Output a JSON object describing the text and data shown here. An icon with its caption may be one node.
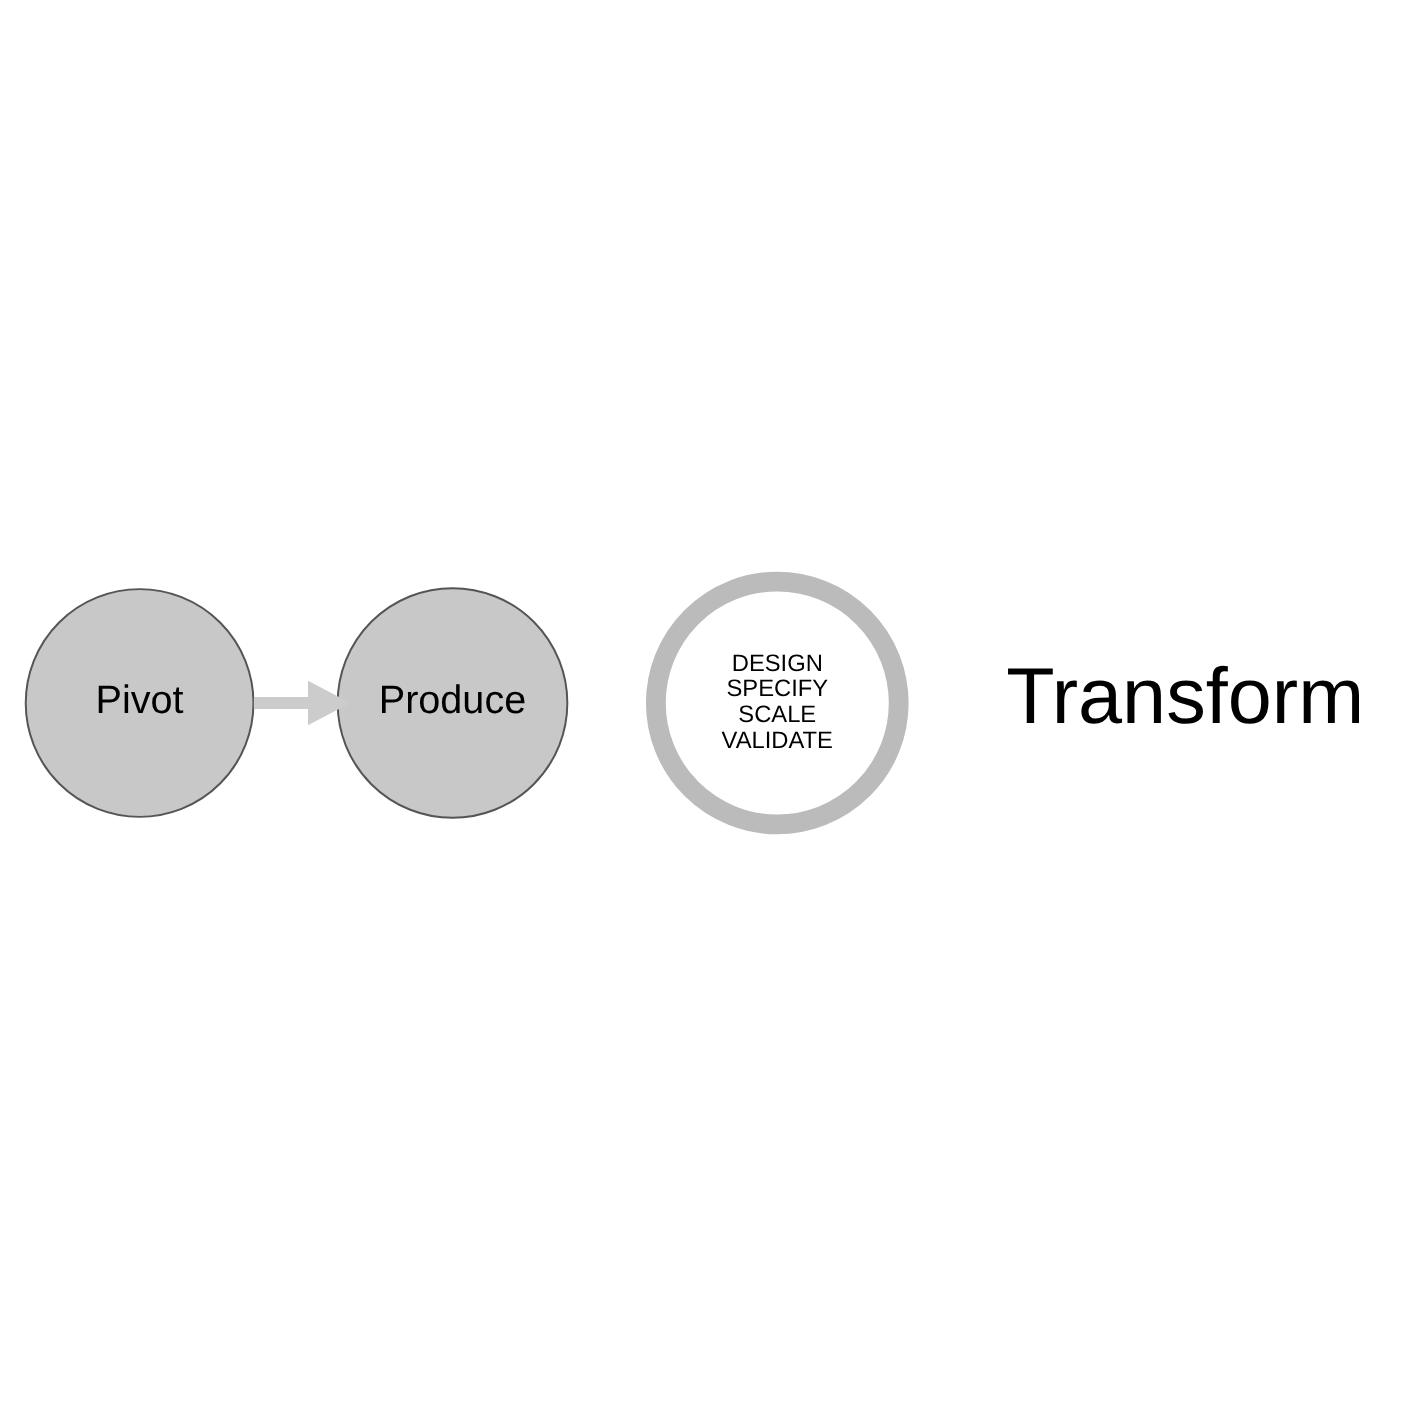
{
  "diagram": {
    "nodes": [
      {
        "text": [
          "Pivot"
        ]
      },
      {
        "text": [
          "DESIGN",
          "SPECIFY",
          "SCALE",
          "VALIDATE"
        ]
      },
      {
        "text": [
          "Produce"
        ]
      }
    ],
    "edges": [
      {
        "from": 0,
        "to": 2,
        "arrow": "to"
      }
    ],
    "labels": [
      "Transform"
    ]
  }
}
